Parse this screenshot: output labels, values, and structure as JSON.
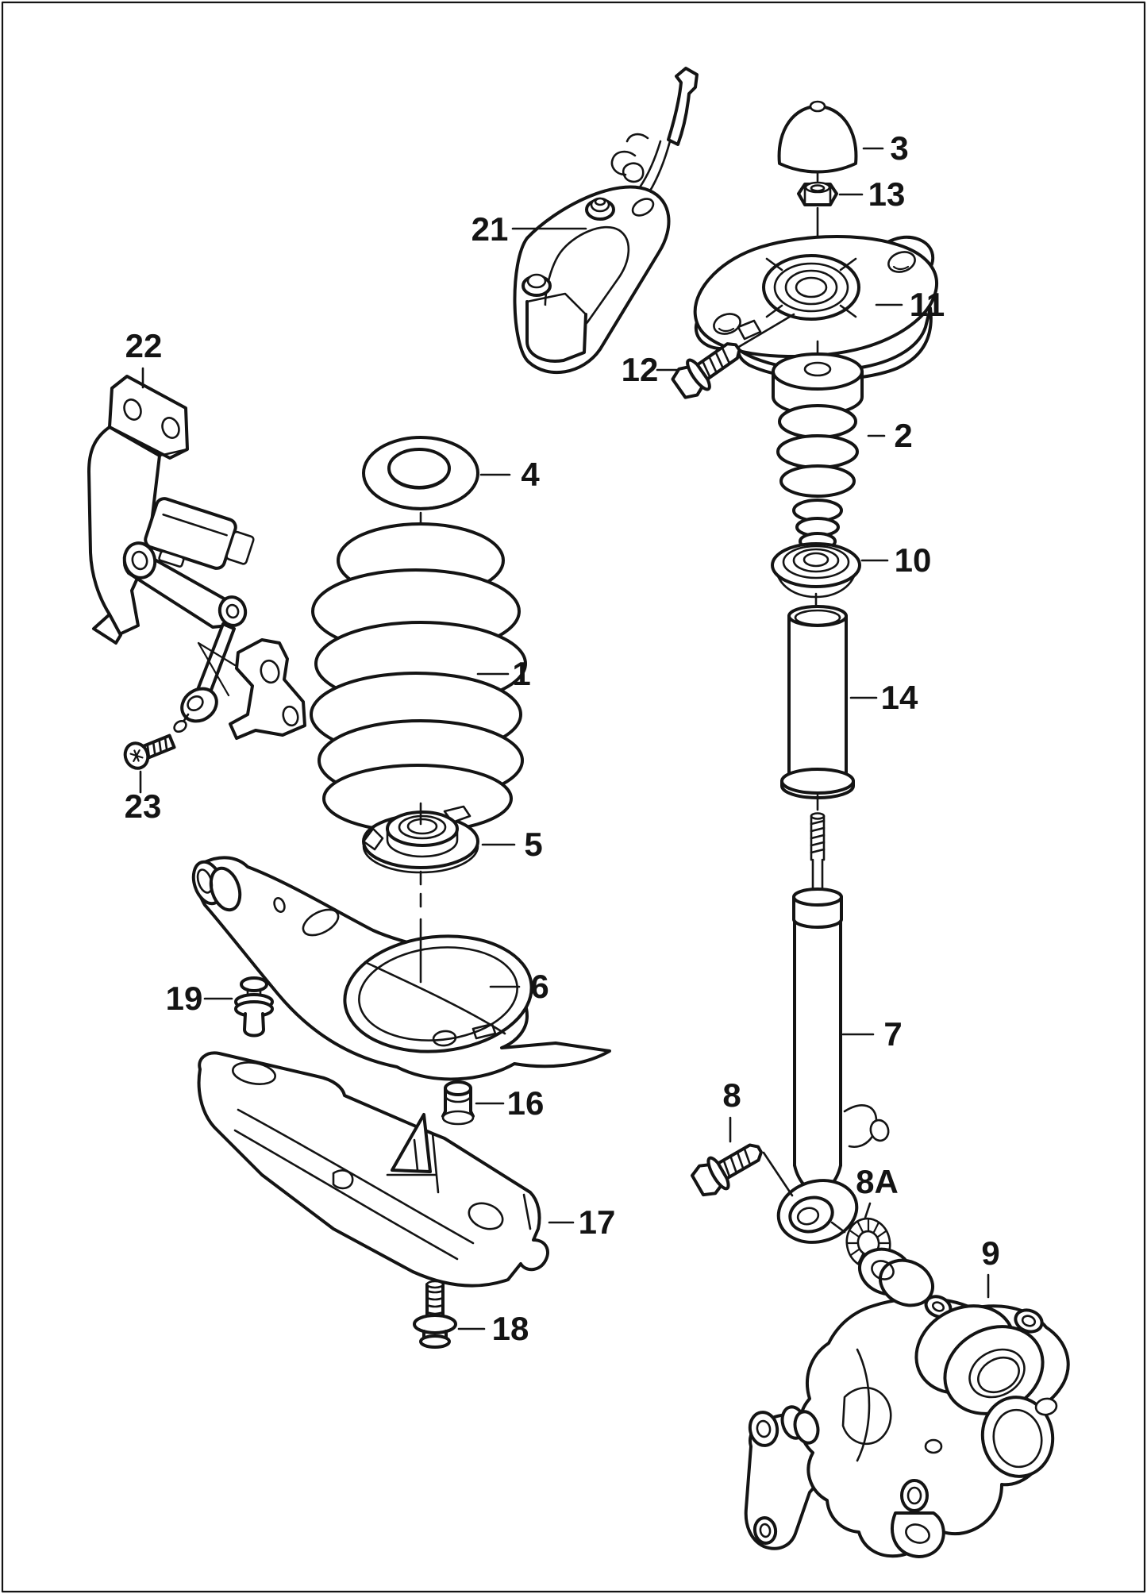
{
  "page": {
    "background_color": "#ffffff",
    "line_color": "#141414"
  },
  "diagram": {
    "type": "exploded-view-line-art",
    "callouts": [
      {
        "label": "1",
        "part": "coil-spring"
      },
      {
        "label": "2",
        "part": "bump-stop"
      },
      {
        "label": "3",
        "part": "cover-cap"
      },
      {
        "label": "4",
        "part": "upper-spring-pad"
      },
      {
        "label": "5",
        "part": "lower-spring-seat"
      },
      {
        "label": "6",
        "part": "lower-control-arm"
      },
      {
        "label": "7",
        "part": "shock-absorber"
      },
      {
        "label": "8",
        "part": "mounting-bolt"
      },
      {
        "label": "8A",
        "part": "serrated-washer"
      },
      {
        "label": "9",
        "part": "wheel-hub-carrier"
      },
      {
        "label": "10",
        "part": "support-ring"
      },
      {
        "label": "11",
        "part": "upper-strut-mount"
      },
      {
        "label": "12",
        "part": "mount-bolt"
      },
      {
        "label": "13",
        "part": "hex-nut"
      },
      {
        "label": "14",
        "part": "protective-tube"
      },
      {
        "label": "16",
        "part": "cap"
      },
      {
        "label": "17",
        "part": "control-arm-cover"
      },
      {
        "label": "18",
        "part": "cover-bolt"
      },
      {
        "label": "19",
        "part": "expanding-clip"
      },
      {
        "label": "21",
        "part": "upper-control-arm"
      },
      {
        "label": "22",
        "part": "sensor-bracket"
      },
      {
        "label": "23",
        "part": "sensor-screw"
      }
    ]
  }
}
